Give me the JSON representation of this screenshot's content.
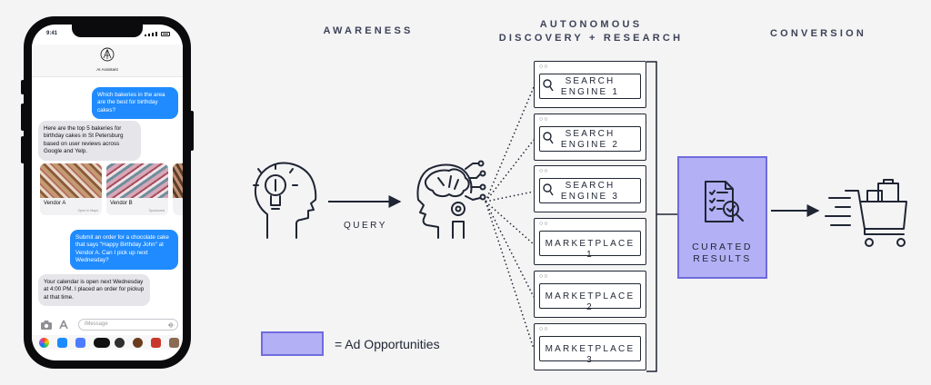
{
  "phone": {
    "time": "9:41",
    "chat_title": "AI Assistant",
    "messages": [
      {
        "from": "user",
        "text": "Which bakeries in the area are the best for birthday cakes?"
      },
      {
        "from": "assistant",
        "text": "Here are the top 5 bakeries for birthday cakes in St Petersburg based on user reviews across Google and Yelp."
      },
      {
        "from": "user",
        "text": "Submit an order for a chocolate cake that says \"Happy Birthday John\" at Vendor A. Can I pick up next Wednesday?"
      },
      {
        "from": "assistant",
        "text": "Your calendar is open next Wednesday at 4:00 PM. I placed an order for pickup at that time."
      }
    ],
    "vendors": [
      {
        "name": "Vendor A",
        "sub": "Open in Maps"
      },
      {
        "name": "Vendor B",
        "sub": "Sponsored"
      }
    ],
    "input_placeholder": "iMessage"
  },
  "stages": {
    "awareness": "AWARENESS",
    "discovery": "AUTONOMOUS\nDISCOVERY + RESEARCH",
    "conversion": "CONVERSION"
  },
  "query_label": "QUERY",
  "panels": [
    {
      "label": "SEARCH\nENGINE 1",
      "icon": "search-icon",
      "ad": false
    },
    {
      "label": "SEARCH\nENGINE 2",
      "icon": "search-icon",
      "ad": false
    },
    {
      "label": "SEARCH\nENGINE 3",
      "icon": "search-icon",
      "ad": false
    },
    {
      "label": "MARKETPLACE 1",
      "icon": "",
      "ad": false
    },
    {
      "label": "MARKETPLACE 2",
      "icon": "",
      "ad": false
    },
    {
      "label": "MARKETPLACE 3",
      "icon": "",
      "ad": false
    }
  ],
  "curated": {
    "label": "CURATED\nRESULTS",
    "icon": "document-search-icon"
  },
  "legend": {
    "text": "= Ad Opportunities"
  },
  "colors": {
    "ad_fill": "#b4b0f5",
    "ad_border": "#6f6bdc",
    "ink": "#1f2533",
    "imessage_blue": "#1f8bff"
  }
}
